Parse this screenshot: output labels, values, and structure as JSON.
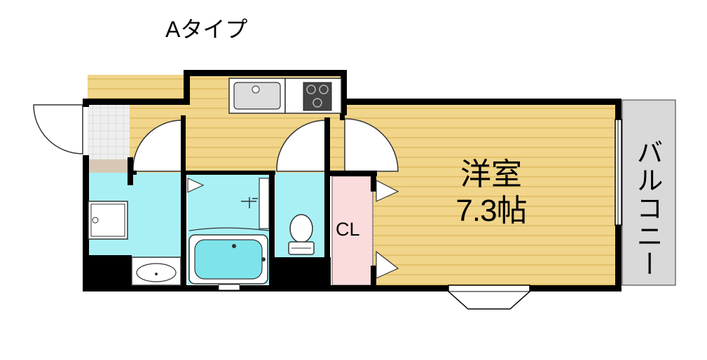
{
  "title": "Aタイプ",
  "rooms": {
    "western_room": {
      "name": "洋室",
      "size": "7.3帖"
    },
    "closet": {
      "label": "CL"
    },
    "balcony": {
      "label": "バルコニー"
    }
  },
  "colors": {
    "floor_wood": "#f0d58a",
    "floor_wood_stripe": "#e4c26c",
    "wet_area": "#a9f0f4",
    "closet": "#fadcdc",
    "balcony": "#d9d9d9",
    "entrance_tile": "#e8e8e8",
    "shoe_box": "#d7c8b6",
    "wall": "#000000"
  },
  "icons": {
    "kitchen_sink": "sink-icon",
    "stove": "stove-icon",
    "washing_machine": "washing-machine-icon",
    "wash_basin": "wash-basin-icon",
    "bathtub": "bathtub-icon",
    "toilet": "toilet-icon",
    "door": "door-swing-icon"
  }
}
